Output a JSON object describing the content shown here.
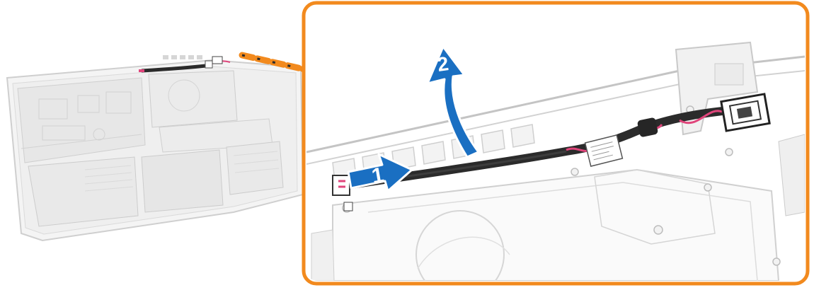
{
  "steps": [
    {
      "number": "1",
      "action": "slide",
      "color": "#1a6fc2"
    },
    {
      "number": "2",
      "action": "lift",
      "color": "#1a6fc2"
    }
  ],
  "colors": {
    "callout_border": "#f28a1e",
    "leader_line": "#f28a1e",
    "cable": "#2b2b2b",
    "cable_wire": "#e0457b",
    "chassis_line": "#c8c8c8"
  },
  "components": {
    "overview": "laptop-base-overview",
    "detail": "power-adapter-port-cable-detail"
  }
}
